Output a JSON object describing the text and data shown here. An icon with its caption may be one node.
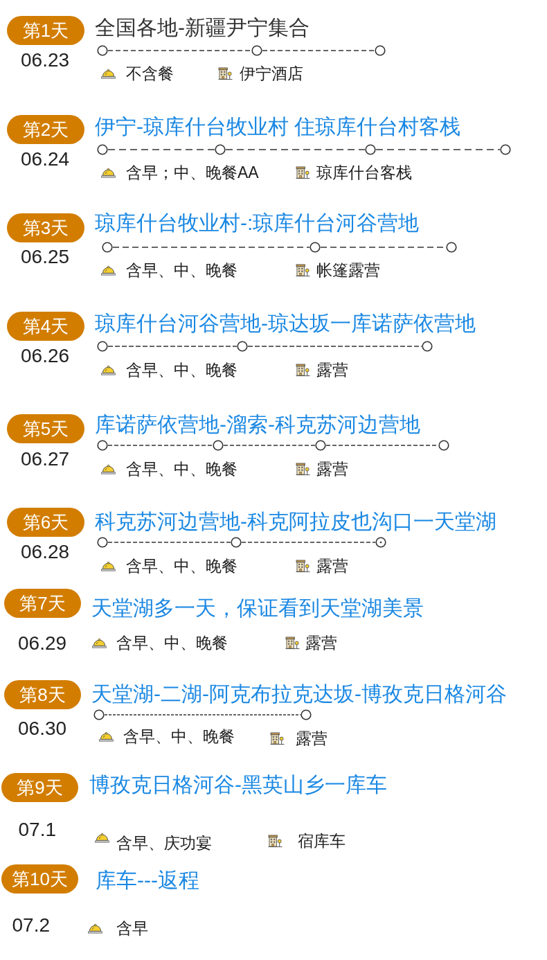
{
  "diagram": {
    "nodes": [
      {
        "text": [
          "第1天"
        ],
        "beside": [
          "06.23"
        ]
      },
      {
        "text": [],
        "shape": "circle"
      },
      {
        "text": [],
        "shape": "circle"
      },
      {
        "text": [],
        "shape": "circle"
      },
      {
        "text": [
          "第2天"
        ],
        "beside": [
          "06.24"
        ]
      },
      {
        "text": [],
        "shape": "circle"
      },
      {
        "text": [],
        "shape": "circle"
      },
      {
        "text": [],
        "shape": "circle"
      },
      {
        "text": [],
        "shape": "circle"
      },
      {
        "text": [
          "第3天"
        ],
        "beside": [
          "06.25"
        ]
      },
      {
        "text": [],
        "shape": "circle"
      },
      {
        "text": [],
        "shape": "circle"
      },
      {
        "text": [],
        "shape": "circle"
      },
      {
        "text": [
          "第4天"
        ],
        "beside": [
          "06.26"
        ]
      },
      {
        "text": [],
        "shape": "circle"
      },
      {
        "text": [],
        "shape": "circle"
      },
      {
        "text": [],
        "shape": "circle"
      },
      {
        "text": [
          "第5天"
        ],
        "beside": [
          "06.27"
        ]
      },
      {
        "text": [],
        "shape": "circle"
      },
      {
        "text": [],
        "shape": "circle"
      },
      {
        "text": [],
        "shape": "circle"
      },
      {
        "text": [],
        "shape": "circle"
      },
      {
        "text": [
          "第6天"
        ],
        "beside": [
          "06.28"
        ]
      },
      {
        "text": [],
        "shape": "circle"
      },
      {
        "text": [],
        "shape": "circle"
      },
      {
        "text": [],
        "shape": "circle"
      },
      {
        "text": [
          "第7天"
        ],
        "beside": [
          "06.29"
        ]
      },
      {
        "text": [
          "第8天"
        ],
        "beside": [
          "06.30"
        ]
      },
      {
        "text": [],
        "shape": "circle"
      },
      {
        "text": [],
        "shape": "circle"
      },
      {
        "text": [
          "第9天"
        ],
        "beside": [
          "07.1"
        ]
      },
      {
        "text": [
          "第10天"
        ],
        "beside": [
          "07.2"
        ]
      }
    ],
    "edges": [
      {
        "from": 1,
        "to": 2,
        "arrow": "none",
        "style": "dashed"
      },
      {
        "from": 2,
        "to": 3,
        "arrow": "none",
        "style": "dashed"
      },
      {
        "from": 5,
        "to": 6,
        "arrow": "none",
        "style": "dashed"
      },
      {
        "from": 6,
        "to": 7,
        "arrow": "none",
        "style": "dashed"
      },
      {
        "from": 7,
        "to": 8,
        "arrow": "none",
        "style": "dashed"
      },
      {
        "from": 10,
        "to": 11,
        "arrow": "none",
        "style": "dashed"
      },
      {
        "from": 11,
        "to": 12,
        "arrow": "none",
        "style": "dashed"
      },
      {
        "from": 14,
        "to": 15,
        "arrow": "none",
        "style": "dashed"
      },
      {
        "from": 15,
        "to": 16,
        "arrow": "none",
        "style": "dashed"
      },
      {
        "from": 18,
        "to": 19,
        "arrow": "none",
        "style": "dashed"
      },
      {
        "from": 19,
        "to": 20,
        "arrow": "none",
        "style": "dashed"
      },
      {
        "from": 20,
        "to": 21,
        "arrow": "none",
        "style": "dashed"
      },
      {
        "from": 23,
        "to": 24,
        "arrow": "none",
        "style": "dashed"
      },
      {
        "from": 24,
        "to": 25,
        "arrow": "none",
        "style": "dashed"
      },
      {
        "from": 28,
        "to": 29,
        "arrow": "none",
        "style": "dashed"
      }
    ],
    "labels": [
      "全国各地-新疆尹宁集合",
      "不含餐",
      "伊宁酒店",
      "伊宁-琼库什台牧业村 住琼库什台村客栈",
      "含早；中、晚餐AA",
      "琼库什台客栈",
      "琼库什台牧业村-:琼库什台河谷营地",
      "含早、中、晚餐",
      "帐篷露营",
      "琼库什台河谷营地-琼达坂一库诺萨依营地",
      "含早、中、晚餐",
      "露营",
      "库诺萨依营地-溜索-科克苏河边营地",
      "含早、中、晚餐",
      "露营",
      "科克苏河边营地-科克阿拉皮也沟口一天堂湖",
      "含早、中、晚餐",
      "露营",
      "天堂湖多一天，保证看到天堂湖美景",
      "含早、中、晚餐",
      "露营",
      "天堂湖-二湖-阿克布拉克达坂-博孜克日格河谷",
      "含早、中、晚餐",
      "露营",
      "博孜克日格河谷-黑英山乡一库车",
      "含早、庆功宴",
      "宿库车",
      "库车---返程",
      "含早"
    ]
  }
}
